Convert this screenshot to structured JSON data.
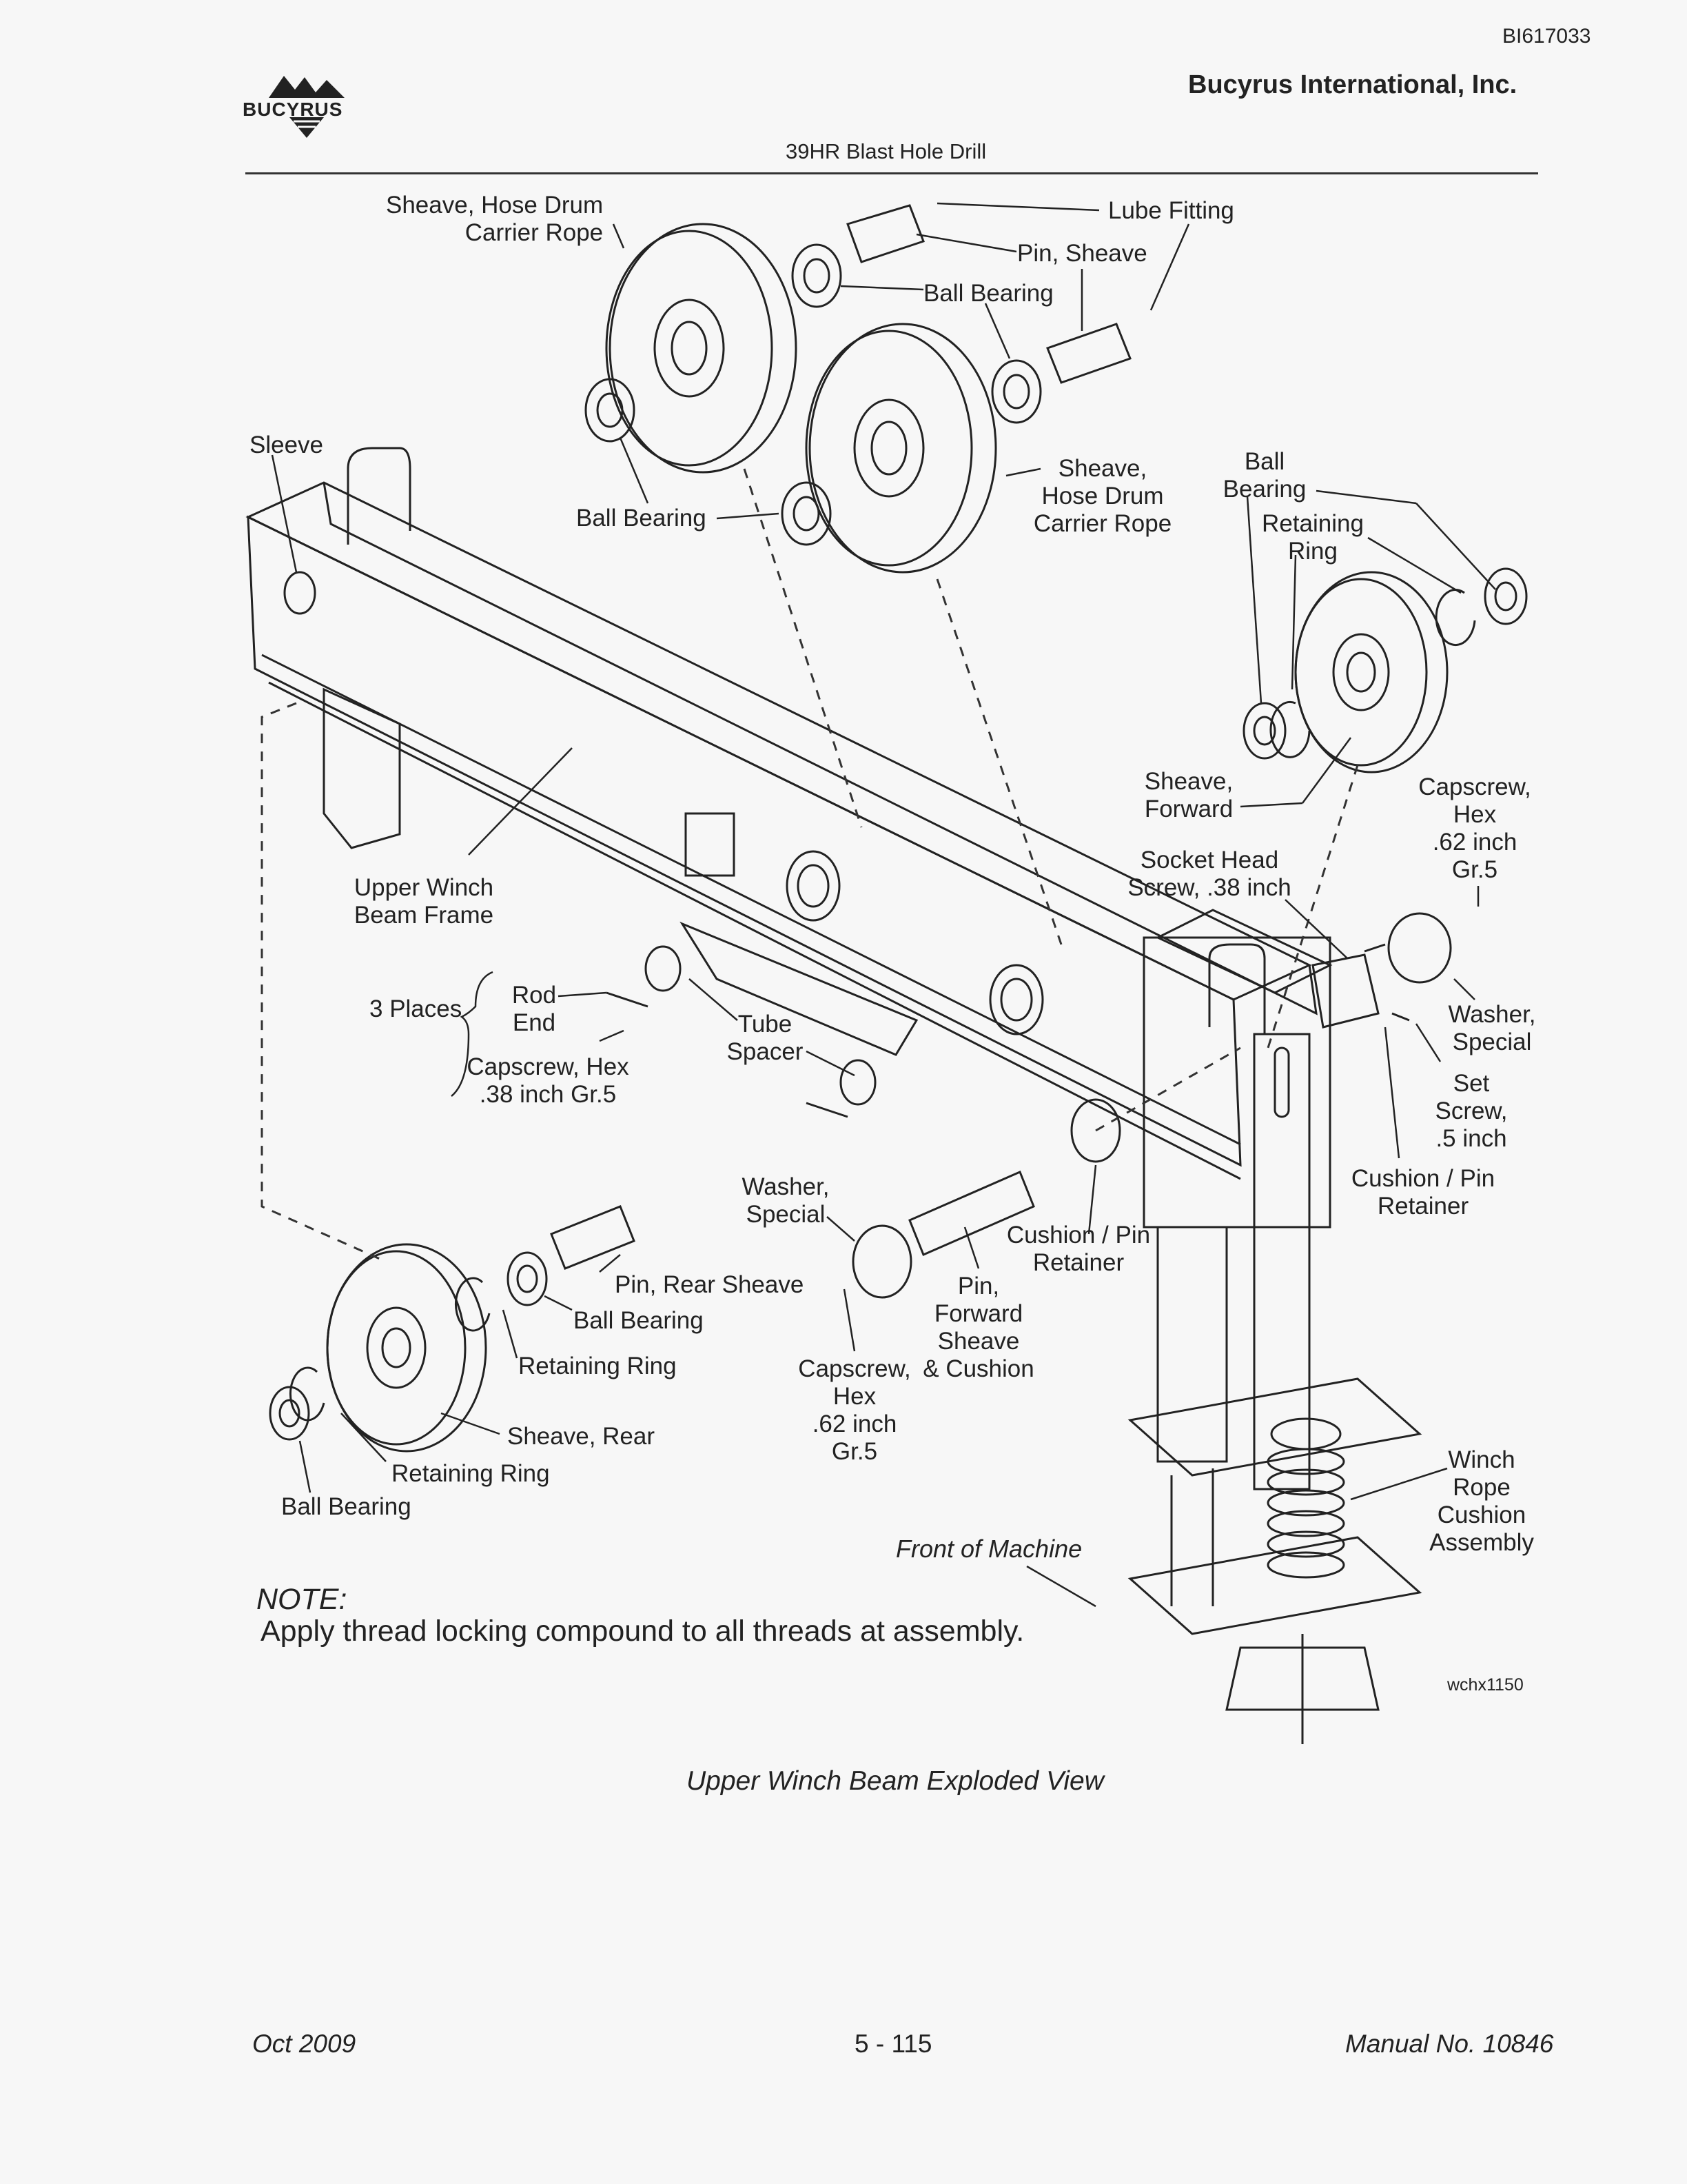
{
  "header": {
    "doc_id": "BI617033",
    "company": "Bucyrus International, Inc.",
    "subtitle": "39HR Blast Hole Drill",
    "logo_text": "BUCYRUS"
  },
  "labels": {
    "sheave_hose_drum_1": [
      "Sheave, Hose Drum",
      "Carrier Rope"
    ],
    "lube_fitting": "Lube Fitting",
    "pin_sheave": "Pin, Sheave",
    "ball_bearing_top": "Ball Bearing",
    "sleeve": "Sleeve",
    "ball_bearing_mid": "Ball Bearing",
    "sheave_hose_drum_2": [
      "Sheave,",
      "Hose Drum",
      "Carrier Rope"
    ],
    "ball_bearing_right": [
      "Ball",
      "Bearing"
    ],
    "retaining_ring_right": [
      "Retaining",
      "Ring"
    ],
    "sheave_forward": [
      "Sheave,",
      "Forward"
    ],
    "capscrew_hex_right": [
      "Capscrew,",
      "Hex",
      ".62 inch",
      "Gr.5"
    ],
    "socket_head_screw": [
      "Socket Head",
      "Screw, .38 inch"
    ],
    "upper_winch_beam_frame": [
      "Upper Winch",
      "Beam Frame"
    ],
    "three_places": "3 Places",
    "rod_end": [
      "Rod",
      "End"
    ],
    "tube_spacer": [
      "Tube",
      "Spacer"
    ],
    "capscrew_hex_38": [
      "Capscrew, Hex",
      ".38 inch Gr.5"
    ],
    "washer_special_right": [
      "Washer,",
      "Special"
    ],
    "set_screw": [
      "Set",
      "Screw,",
      ".5 inch"
    ],
    "cushion_pin_retainer_right": [
      "Cushion / Pin",
      "Retainer"
    ],
    "washer_special_mid": [
      "Washer,",
      "Special"
    ],
    "cushion_pin_retainer_mid": [
      "Cushion / Pin",
      "Retainer"
    ],
    "pin_rear_sheave": "Pin, Rear Sheave",
    "ball_bearing_rear": "Ball Bearing",
    "pin_forward_sheave": [
      "Pin,",
      "Forward",
      "Sheave",
      "& Cushion"
    ],
    "retaining_ring_rear_1": "Retaining Ring",
    "capscrew_hex_mid": [
      "Capscrew,",
      "Hex",
      ".62 inch",
      "Gr.5"
    ],
    "sheave_rear": "Sheave, Rear",
    "retaining_ring_rear_2": "Retaining Ring",
    "ball_bearing_bottom": "Ball Bearing",
    "winch_rope_cushion": [
      "Winch",
      "Rope",
      "Cushion",
      "Assembly"
    ],
    "front_of_machine": "Front of Machine"
  },
  "note": {
    "title": "NOTE:",
    "body": "Apply thread locking compound to all threads at assembly."
  },
  "figure_code": "wchx1150",
  "caption": "Upper Winch Beam Exploded View",
  "footer": {
    "date": "Oct 2009",
    "page": "5 - 115",
    "manual": "Manual No. 10846"
  }
}
